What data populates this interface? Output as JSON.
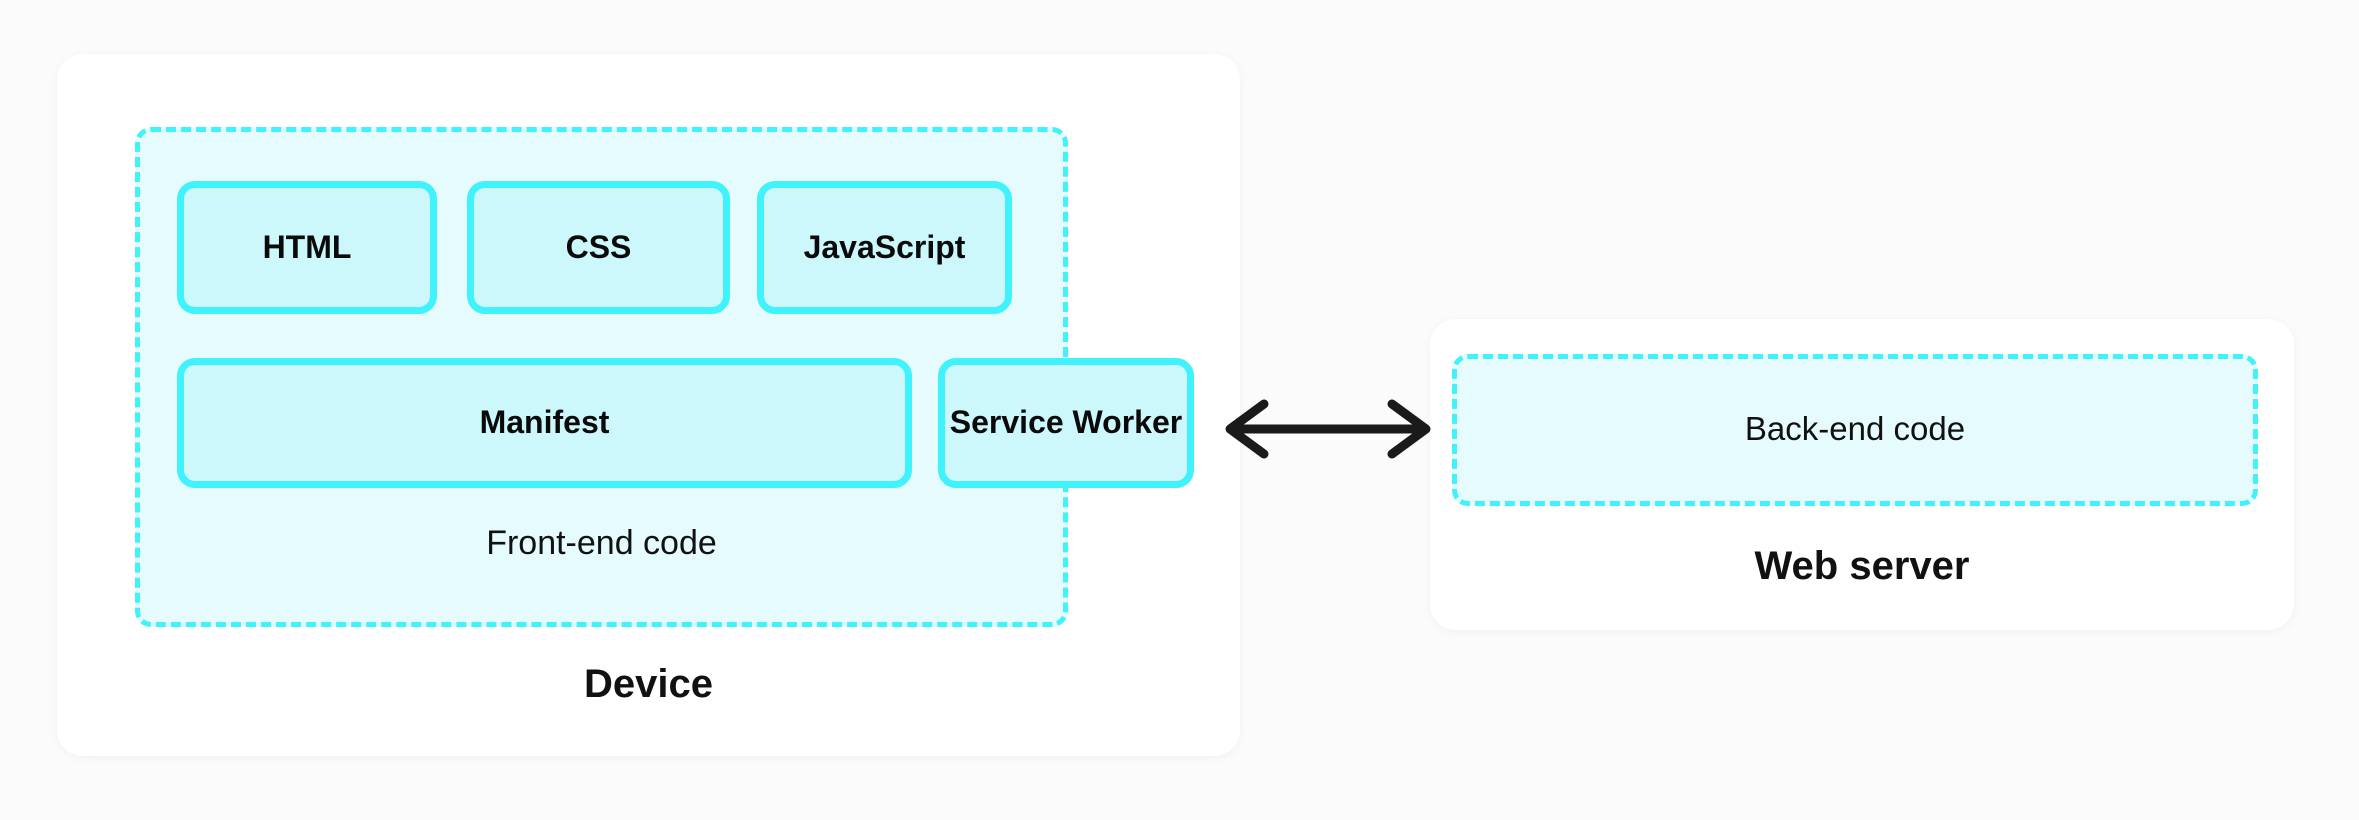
{
  "diagram": {
    "title_semantics": "progressive-web-app-architecture",
    "colors": {
      "page_background": "#fbfbfb",
      "card_background": "#ffffff",
      "group_fill": "#e6fbfd",
      "chip_fill": "#ccf7fb",
      "accent_cyan": "#3ff2fb",
      "text": "#0a0a0a",
      "arrow": "#1a1a1a"
    },
    "device": {
      "caption": "Device",
      "frontend_group": {
        "caption": "Front-end code",
        "border_style": "dashed",
        "chips": [
          {
            "id": "html",
            "label": "HTML",
            "border_style": "solid"
          },
          {
            "id": "css",
            "label": "CSS",
            "border_style": "solid"
          },
          {
            "id": "javascript",
            "label": "JavaScript",
            "border_style": "solid"
          },
          {
            "id": "manifest",
            "label": "Manifest",
            "border_style": "solid"
          },
          {
            "id": "service-worker",
            "label": "Service Worker",
            "border_style": "solid-and-dotted"
          }
        ]
      }
    },
    "web_server": {
      "caption": "Web server",
      "backend_box": {
        "label": "Back-end code",
        "border_style": "dashed"
      }
    },
    "connector": {
      "icon": "double-headed-arrow-icon",
      "direction": "bidirectional",
      "from": "Service Worker",
      "to": "Back-end code"
    }
  }
}
